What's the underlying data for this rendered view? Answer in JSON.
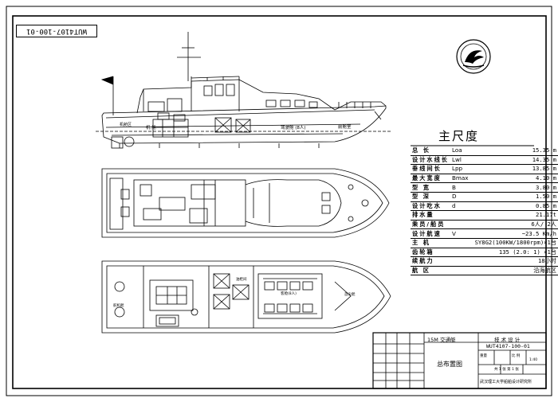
{
  "drawing": {
    "number_top": "WUT4107-100-01"
  },
  "elevation_labels": {
    "engine_room": "机 舱",
    "cabin": "驾驶舱 (8人)",
    "front_cabin": "前舱室",
    "fuel": "油柜间"
  },
  "specs": {
    "title": "主尺度",
    "rows": [
      {
        "k1": "总 长",
        "k2": "Loa",
        "v": "15.35 m"
      },
      {
        "k1": "设计水线长",
        "k2": "Lwl",
        "v": "14.35 m"
      },
      {
        "k1": "垂线间长",
        "k2": "Lpp",
        "v": "13.85 m"
      },
      {
        "k1": "最大宽度",
        "k2": "Bmax",
        "v": "4.10 m"
      },
      {
        "k1": "型 宽",
        "k2": "B",
        "v": "3.80 m"
      },
      {
        "k1": "型 深",
        "k2": "D",
        "v": "1.50 m"
      },
      {
        "k1": "设计吃水",
        "k2": "d",
        "v": "0.85 m"
      },
      {
        "k1": "排水量",
        "k2": "",
        "v": "21.17t"
      },
      {
        "k1": "乘员/船员",
        "k2": "",
        "v": "6人/ 2人"
      },
      {
        "k1": "设计航速",
        "k2": "V",
        "v": "~23.5 Km/h"
      },
      {
        "k1": "主 机",
        "k2": "",
        "v": "SY8G2(100KW/1800rpm)×1台"
      },
      {
        "k1": "齿轮箱",
        "k2": "",
        "v": "135 (2.0: 1) ×1台"
      },
      {
        "k1": "续航力",
        "k2": "",
        "v": "18小时"
      },
      {
        "k1": "航 区",
        "k2": "",
        "v": "沿海航区"
      }
    ]
  },
  "title_block": {
    "vessel": "15M 交通艇",
    "tech": "技 术 设 计",
    "drawing_name": "总布置图",
    "drawing_number": "WUT4107-100-01",
    "institute": "武汉理工大学船舶设计研究所",
    "scale_label": "比 例",
    "sheet_label": "共 1 张 第 1 张",
    "weight_label": "重量",
    "sheet": "1:40"
  }
}
